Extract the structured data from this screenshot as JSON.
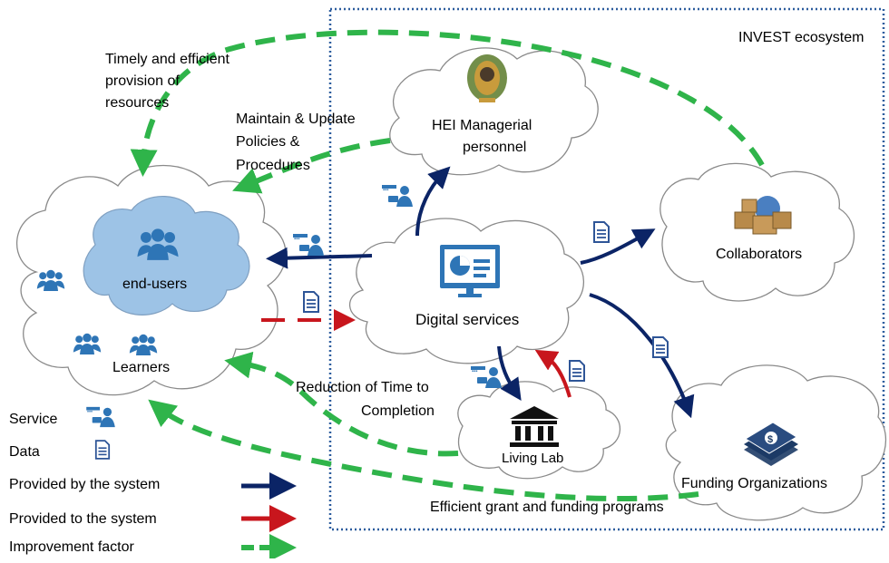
{
  "ecosystem": {
    "label": "INVEST ecosystem"
  },
  "nodes": {
    "hei": {
      "line1": "HEI Managerial",
      "line2": "personnel"
    },
    "collaborators": {
      "label": "Collaborators"
    },
    "digital_services": {
      "label": "Digital services"
    },
    "living_lab": {
      "label": "Living Lab"
    },
    "funding": {
      "label": "Funding Organizations"
    },
    "end_users": {
      "label": "end-users"
    },
    "learners": {
      "label": "Learners"
    }
  },
  "annotations": {
    "timely": [
      "Timely and efficient",
      "provision of",
      "resources"
    ],
    "maintain": [
      "Maintain & Update",
      "Policies &",
      "Procedures"
    ],
    "reduction": [
      "Reduction of Time to",
      "Completion"
    ],
    "grant": "Efficient grant and funding programs"
  },
  "legend": {
    "service": "Service",
    "data": "Data",
    "provided_by": "Provided by the system",
    "provided_to": "Provided to the system",
    "improvement": "Improvement factor"
  },
  "colors": {
    "provided_by": "#0b2466",
    "provided_to": "#c8161d",
    "improvement": "#2fb44a",
    "ecosystem_border": "#2d5d9e",
    "cloud_stroke": "#8a8a8a",
    "end_users_fill": "#9dc3e6",
    "icon_blue": "#2e75b6"
  },
  "icons": {
    "service": "service-person-icon",
    "data": "document-icon",
    "digital_services": "monitor-chart-icon",
    "living_lab": "institution-icon",
    "funding": "money-stack-icon",
    "collaborators": "boxes-globe-icon",
    "hei": "crest-icon",
    "users": "people-group-icon"
  }
}
